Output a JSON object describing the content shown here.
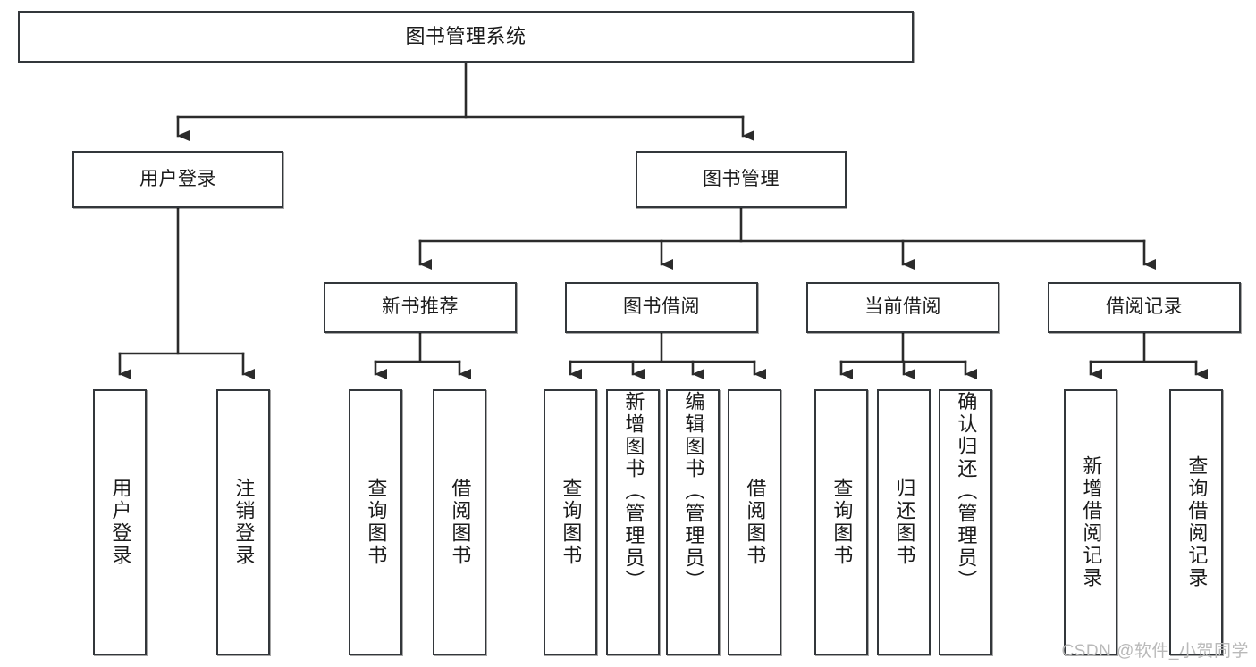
{
  "diagram": {
    "type": "tree",
    "title": "图书管理系统",
    "watermark": "CSDN @软件_小贺同学",
    "colors": {
      "box_border": "#33373b",
      "box_fill": "#ffffff",
      "connector": "#2b2b2b",
      "text": "#1b1b1b",
      "watermark": "#b9b9b9",
      "background": "#ffffff"
    },
    "nodes": {
      "root": {
        "label": "图书管理系统"
      },
      "level2": [
        {
          "label": "用户登录"
        },
        {
          "label": "图书管理"
        }
      ],
      "level3": [
        {
          "label": "新书推荐"
        },
        {
          "label": "图书借阅"
        },
        {
          "label": "当前借阅"
        },
        {
          "label": "借阅记录"
        }
      ],
      "leaves": {
        "user_login": [
          {
            "label": "用户登录"
          },
          {
            "label": "注销登录"
          }
        ],
        "new_book_recommend": [
          {
            "label": "查询图书"
          },
          {
            "label": "借阅图书"
          }
        ],
        "book_borrow": [
          {
            "label": "查询图书"
          },
          {
            "label": "新增图书（管理员）"
          },
          {
            "label": "编辑图书（管理员）"
          },
          {
            "label": "借阅图书"
          }
        ],
        "current_borrow": [
          {
            "label": "查询图书"
          },
          {
            "label": "归还图书"
          },
          {
            "label": "确认归还（管理员）"
          }
        ],
        "borrow_record": [
          {
            "label": "新增借阅记录"
          },
          {
            "label": "查询借阅记录"
          }
        ]
      }
    }
  }
}
